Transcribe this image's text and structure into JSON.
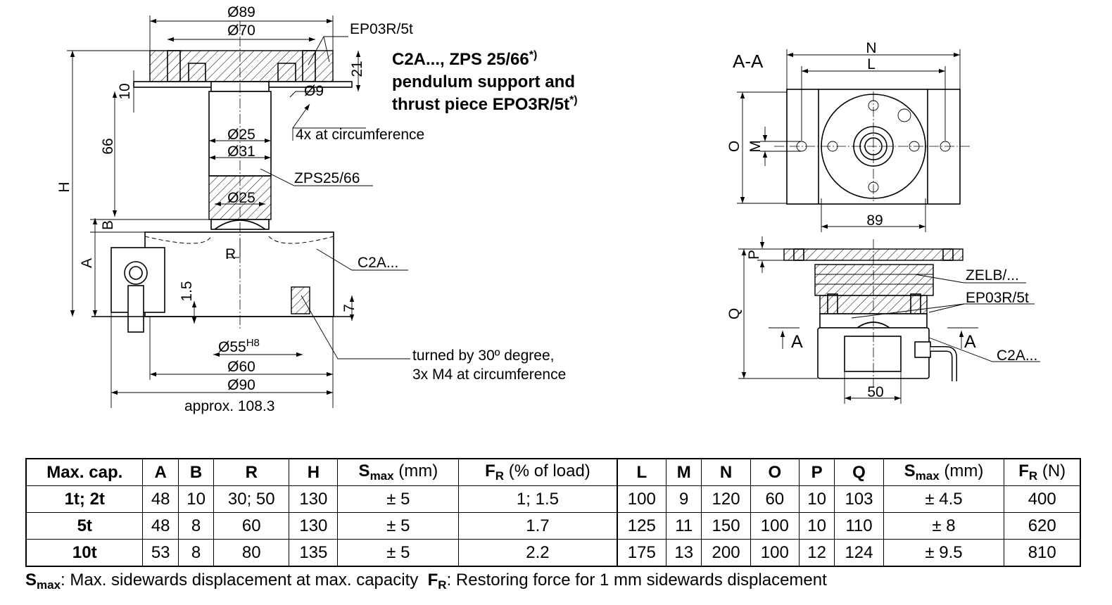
{
  "title": {
    "line1": "C2A..., ZPS 25/66",
    "line1_sup": "*)",
    "line2": "pendulum support and",
    "line3": "thrust piece  EPO3R/5t",
    "line3_sup": "*)"
  },
  "side_view": {
    "dim_d89": "Ø89",
    "dim_d70": "Ø70",
    "dim_21": "21",
    "dim_10": "10",
    "dim_d9": "Ø9",
    "dim_66": "66",
    "dim_H": "H",
    "dim_B": "B",
    "dim_A": "A",
    "dim_R": "R",
    "dim_1_5": "1.5",
    "dim_7": "7",
    "dim_d25_top": "Ø25",
    "dim_d31": "Ø31",
    "dim_d25_low": "Ø25",
    "dim_d55": "Ø55",
    "dim_d55_tol": "H8",
    "dim_d60": "Ø60",
    "dim_d90": "Ø90",
    "dim_approx": "approx. 108.3",
    "label_ep03r": "EP03R/5t",
    "label_4x": "4x at circumference",
    "label_zps": "ZPS25/66",
    "label_c2a": "C2A...",
    "label_turned_1": "turned by 30º degree,",
    "label_turned_2": "3x M4 at circumference"
  },
  "top_view": {
    "section_label": "A-A",
    "dim_N": "N",
    "dim_L": "L",
    "dim_O": "O",
    "dim_M": "M",
    "dim_89": "89"
  },
  "front_view": {
    "dim_P": "P",
    "dim_Q": "Q",
    "dim_50": "50",
    "label_zelb": "ZELB/...",
    "label_ep03r": "EP03R/5t",
    "label_c2a": "C2A...",
    "section_marker_left": "A",
    "section_marker_right": "A"
  },
  "table": {
    "headers": [
      {
        "main": "Max. cap."
      },
      {
        "main": "A"
      },
      {
        "main": "B"
      },
      {
        "main": "R"
      },
      {
        "main": "H"
      },
      {
        "main": "S",
        "sub": "max",
        "unit": " (mm)"
      },
      {
        "main": "F",
        "sub": "R",
        "unit": " (% of load)"
      },
      {
        "main": "L"
      },
      {
        "main": "M"
      },
      {
        "main": "N"
      },
      {
        "main": "O"
      },
      {
        "main": "P"
      },
      {
        "main": "Q"
      },
      {
        "main": "S",
        "sub": "max",
        "unit": " (mm)"
      },
      {
        "main": "F",
        "sub": "R",
        "unit": " (N)"
      }
    ],
    "rows": [
      [
        "1t; 2t",
        "48",
        "10",
        "30; 50",
        "130",
        "± 5",
        "1; 1.5",
        "100",
        "9",
        "120",
        "60",
        "10",
        "103",
        "± 4.5",
        "400"
      ],
      [
        "5t",
        "48",
        "8",
        "60",
        "130",
        "± 5",
        "1.7",
        "125",
        "11",
        "150",
        "100",
        "10",
        "110",
        "± 8",
        "620"
      ],
      [
        "10t",
        "53",
        "8",
        "80",
        "135",
        "± 5",
        "2.2",
        "175",
        "13",
        "200",
        "100",
        "12",
        "124",
        "± 9.5",
        "810"
      ]
    ]
  },
  "legend": {
    "smax_symbol": "S",
    "smax_sub": "max",
    "smax_text": ": Max. sidewards displacement at max. capacity",
    "fr_symbol": "F",
    "fr_sub": "R",
    "fr_text": ": Restoring force for 1 mm sidewards displacement"
  }
}
